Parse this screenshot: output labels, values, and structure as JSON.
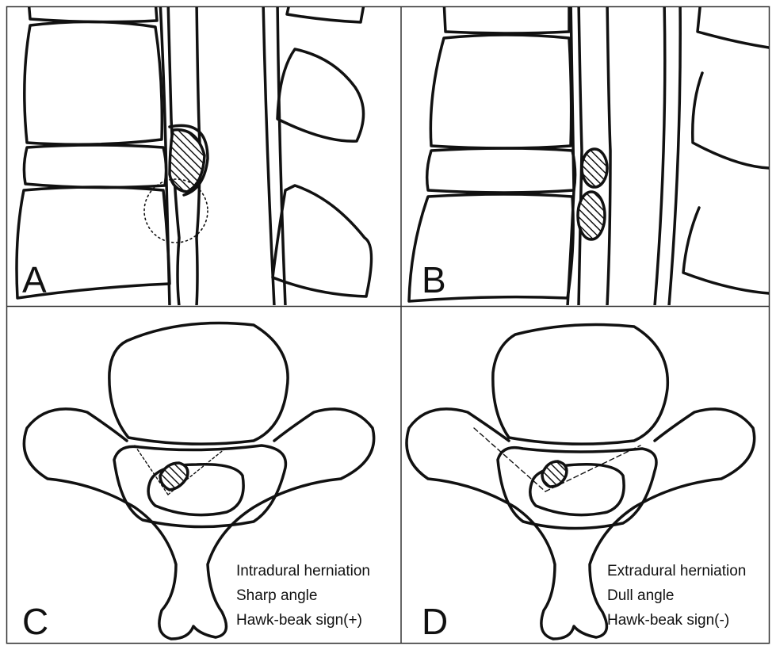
{
  "figure": {
    "panels": [
      {
        "letter": "A",
        "caption_lines": []
      },
      {
        "letter": "B",
        "caption_lines": []
      },
      {
        "letter": "C",
        "caption_lines": [
          "Intradural herniation",
          "Sharp angle",
          "Hawk-beak sign(+)"
        ]
      },
      {
        "letter": "D",
        "caption_lines": [
          "Extradural herniation",
          "Dull angle",
          "Hawk-beak sign(-)"
        ]
      }
    ]
  },
  "colors": {
    "ink": "#111111",
    "background": "#ffffff",
    "hatch": "#111111",
    "border": "#333333"
  }
}
